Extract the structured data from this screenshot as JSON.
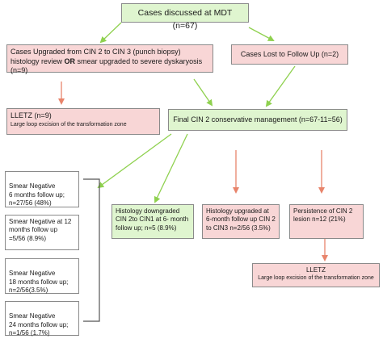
{
  "nodes": {
    "mdt": "Cases discussed at MDT (n=67)",
    "upgraded_pre": "Cases Upgraded from CIN 2 to CIN 3 (punch biopsy) histology review ",
    "upgraded_or": "OR",
    "upgraded_post": " smear upgraded to severe dyskaryosis (n=9)",
    "lost": "Cases Lost to Follow Up (n=2)",
    "lletz1_title": "LLETZ (n=9)",
    "lletz1_sub": "Large loop excision of the transformation zone",
    "final": "Final CIN 2 conservative management (n=67-11=56)",
    "smear6": "Smear Negative\n 6 months follow up; n=27/56 (48%)",
    "smear12": "Smear Negative at 12 months follow up =5/56 (8.9%)",
    "smear18": "Smear Negative\n 18 months follow up; n=2/56(3.5%)",
    "smear24": "Smear Negative\n 24 months follow up; n=1/56 (1.7%)",
    "downgraded": "Histology downgraded CIN 2to CIN1 at 6- month follow up; n=5 (8.9%)",
    "upgraded6": "Histology upgraded at 6-month follow up CIN 2 to CIN3 n=2/56 (3.5%)",
    "persistence": "Persistence of CIN 2 lesion n=12 (21%)",
    "lletz2_title": "LLETZ",
    "lletz2_sub": "Large loop excision of the transformation zone"
  },
  "colors": {
    "green_arrow": "#8fd14f",
    "red_arrow": "#e8846b",
    "green_box": "#dff5cf",
    "pink_box": "#f8d6d6"
  }
}
